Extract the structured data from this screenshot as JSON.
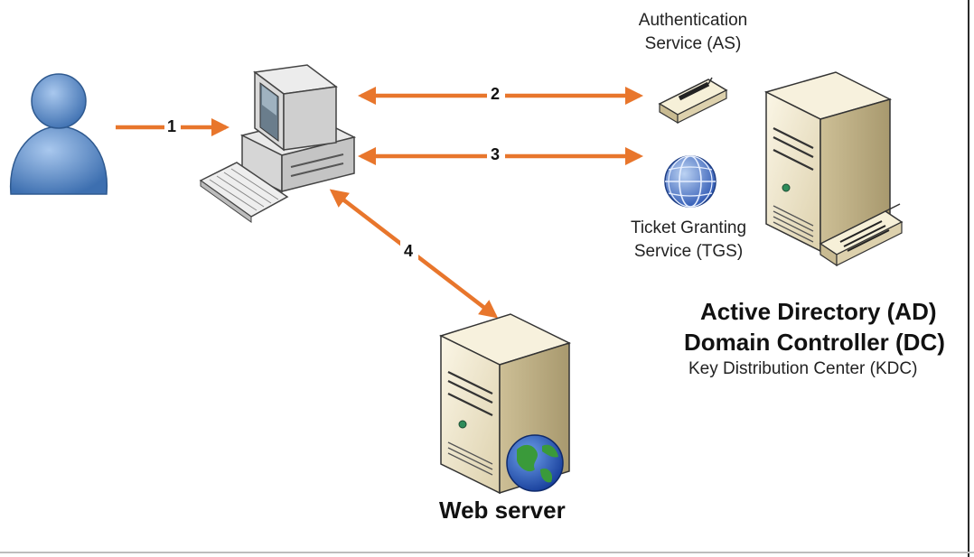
{
  "labels": {
    "as_line1": "Authentication",
    "as_line2": "Service (AS)",
    "tgs_line1": "Ticket Granting",
    "tgs_line2": "Service (TGS)",
    "ad_line1": "Active Directory (AD)",
    "dc_line2": "Domain Controller (DC)",
    "kdc_line3": "Key Distribution Center (KDC)",
    "web_server": "Web server"
  },
  "steps": [
    "1",
    "2",
    "3",
    "4"
  ],
  "colors": {
    "arrow": "#e8762c",
    "user": "#4f82bf",
    "server_body": "#ece3c9",
    "server_side": "#c9bb92",
    "globe": "#2c55b0"
  },
  "icons": [
    "user-icon",
    "workstation-icon",
    "keyboard-icon",
    "router-icon",
    "globe-icon",
    "server-icon"
  ]
}
